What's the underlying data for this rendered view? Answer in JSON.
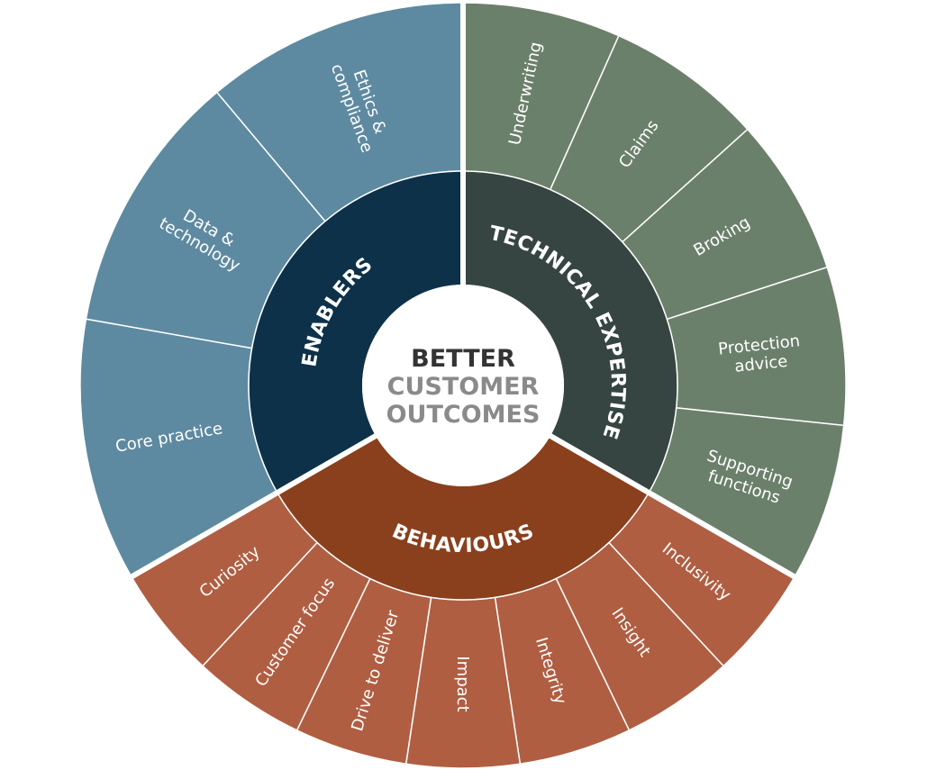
{
  "center": {
    "line1": "BETTER",
    "line2": "CUSTOMER",
    "line3": "OUTCOMES"
  },
  "colors": {
    "enablers_inner": "#0d3149",
    "enablers_outer": "#5e8aa1",
    "technical_inner": "#364541",
    "technical_outer": "#6b806b",
    "behaviours_inner": "#8a401d",
    "behaviours_outer": "#b05e42",
    "center": "#ffffff",
    "divider": "#ffffff",
    "center_text_dark": "#333333",
    "center_text_gray": "#8a8a8a"
  },
  "groups": [
    {
      "id": "enablers",
      "label": "ENABLERS",
      "items": [
        {
          "label": [
            "Core practice"
          ]
        },
        {
          "label": [
            "Data &",
            "technology"
          ]
        },
        {
          "label": [
            "Ethics &",
            "compliance"
          ]
        }
      ]
    },
    {
      "id": "technical",
      "label": "TECHNICAL EXPERTISE",
      "items": [
        {
          "label": [
            "Underwriting"
          ]
        },
        {
          "label": [
            "Claims"
          ]
        },
        {
          "label": [
            "Broking"
          ]
        },
        {
          "label": [
            "Protection",
            "advice"
          ]
        },
        {
          "label": [
            "Supporting",
            "functions"
          ]
        }
      ]
    },
    {
      "id": "behaviours",
      "label": "BEHAVIOURS",
      "items": [
        {
          "label": [
            "Inclusivity"
          ]
        },
        {
          "label": [
            "Insight"
          ]
        },
        {
          "label": [
            "Integrity"
          ]
        },
        {
          "label": [
            "Impact"
          ]
        },
        {
          "label": [
            "Drive to deliver"
          ]
        },
        {
          "label": [
            "Customer focus"
          ]
        },
        {
          "label": [
            "Curiosity"
          ]
        }
      ]
    }
  ]
}
